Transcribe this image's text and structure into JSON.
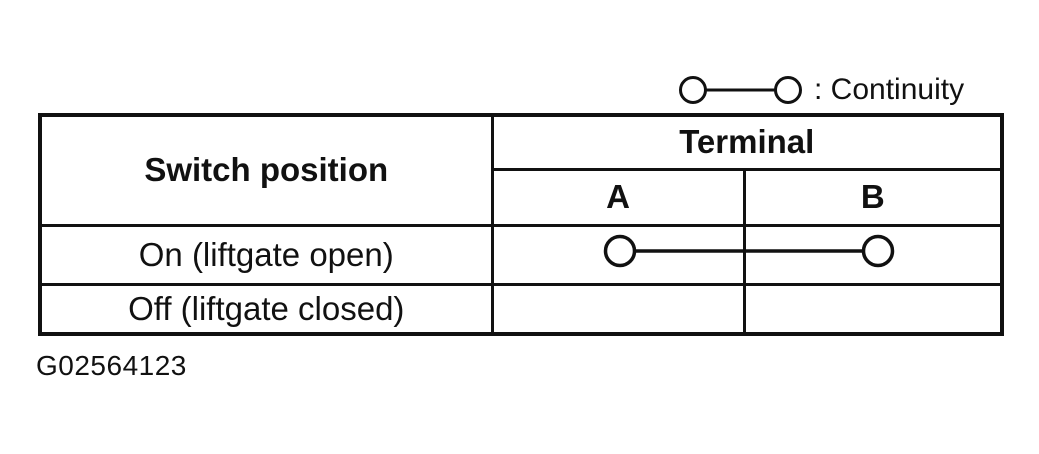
{
  "legend": {
    "label": ": Continuity",
    "symbol": "circle-line-circle"
  },
  "table": {
    "header": {
      "switch_position": "Switch position",
      "terminal": "Terminal",
      "terminal_a": "A",
      "terminal_b": "B"
    },
    "rows": [
      {
        "label": "On (liftgate open)",
        "continuity": true,
        "continuity_between": [
          "A",
          "B"
        ]
      },
      {
        "label": "Off (liftgate closed)",
        "continuity": false,
        "continuity_between": []
      }
    ]
  },
  "figure_id": "G02564123",
  "colors": {
    "ink": "#111111",
    "background": "#ffffff"
  }
}
